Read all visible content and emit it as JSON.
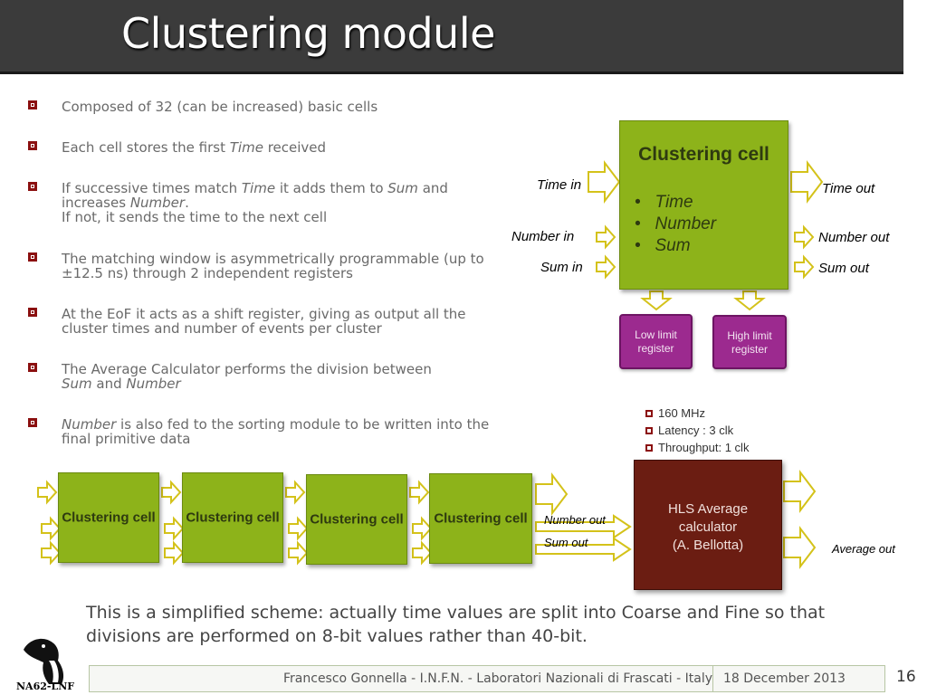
{
  "title": "Clustering module",
  "bullets": [
    {
      "parts": [
        "Composed of 32 (can be increased) basic cells"
      ]
    },
    {
      "parts": [
        "Each cell stores the first ",
        "Time",
        " received"
      ]
    },
    {
      "parts": [
        "If successive times match ",
        "Time",
        " it adds them to ",
        "Sum",
        " and increases ",
        "Number",
        ".",
        "If not, it sends the time to the next cell"
      ]
    },
    {
      "parts": [
        "The matching window is asymmetrically programmable (up to ±12.5 ns) through 2 independent registers"
      ]
    },
    {
      "parts": [
        "At the EoF it acts as a shift register, giving as output all the cluster times and number of events per cluster"
      ]
    },
    {
      "parts": [
        "The Average Calculator performs the division between ",
        "Sum",
        " and ",
        "Number"
      ]
    },
    {
      "parts": [
        "Number",
        " is also fed to the sorting module to be written into the final primitive data"
      ]
    }
  ],
  "cell_diagram": {
    "title": "Clustering cell",
    "fields": [
      "Time",
      "Number",
      "Sum"
    ],
    "inputs": [
      "Time in",
      "Number in",
      "Sum in"
    ],
    "outputs": [
      "Time out",
      "Number out",
      "Sum out"
    ],
    "registers": [
      "Low limit register",
      "High limit register"
    ]
  },
  "specs": [
    "160 MHz",
    "Latency : 3 clk",
    "Throughput: 1 clk"
  ],
  "pipeline": {
    "cells": [
      "Clustering cell",
      "Clustering cell",
      "Clustering cell",
      "Clustering cell"
    ],
    "number_out": "Number out",
    "sum_out": "Sum out",
    "calculator": [
      "HLS Average",
      "calculator",
      "(A. Bellotta)"
    ],
    "average_out": "Average out"
  },
  "note": "This is a simplified scheme: actually time values are split into Coarse and Fine so that divisions are performed on 8-bit values rather than 40-bit.",
  "footer": {
    "author": "Francesco Gonnella - I.N.F.N. - Laboratori Nazionali di Frascati - Italy",
    "date": "18 December 2013",
    "page": "16"
  },
  "logo_text": "NA62-LNF",
  "colors": {
    "title_bar": "#3b3b3b",
    "cell_green": "#8db31a",
    "register_purple": "#9c2a8f",
    "calculator_brown": "#6b1d12",
    "arrow_outline": "#d4c21a",
    "bullet_red": "#8b1010"
  }
}
